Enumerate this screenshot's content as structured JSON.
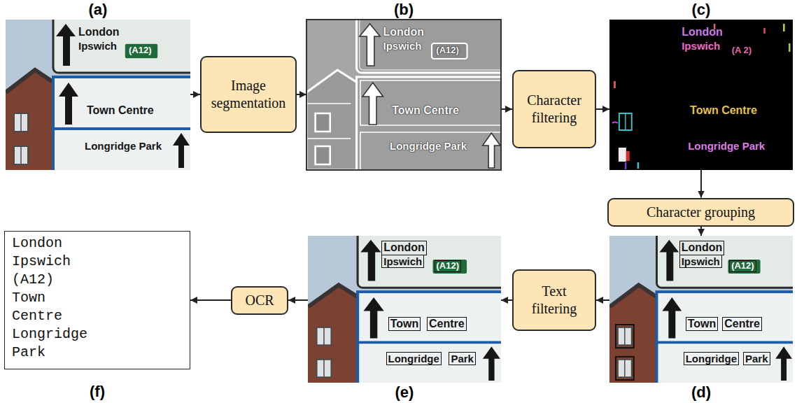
{
  "diagram": {
    "nodes": [
      {
        "text": [
          "(a)"
        ]
      },
      {
        "text": [
          "Image segmentation"
        ]
      },
      {
        "text": [
          "(b)"
        ]
      },
      {
        "text": [
          "Character filtering"
        ]
      },
      {
        "text": [
          "(c)"
        ]
      },
      {
        "text": [
          "Character grouping"
        ]
      },
      {
        "text": [
          "(d)"
        ]
      },
      {
        "text": [
          "Text filtering"
        ]
      },
      {
        "text": [
          "(e)"
        ]
      },
      {
        "text": [
          "OCR"
        ]
      },
      {
        "text": [
          "London",
          "Ipswich",
          "(A12)",
          "Town",
          "Centre",
          "Longridge",
          "Park",
          "(f)"
        ]
      }
    ],
    "edges": [
      {
        "from": 0,
        "to": 1,
        "arrow": "to"
      },
      {
        "from": 1,
        "to": 2,
        "arrow": "to"
      },
      {
        "from": 2,
        "to": 3,
        "arrow": "to"
      },
      {
        "from": 3,
        "to": 4,
        "arrow": "to"
      },
      {
        "from": 4,
        "to": 5,
        "arrow": "to"
      },
      {
        "from": 5,
        "to": 6,
        "arrow": "to"
      },
      {
        "from": 6,
        "to": 7,
        "arrow": "to"
      },
      {
        "from": 7,
        "to": 8,
        "arrow": "to"
      },
      {
        "from": 8,
        "to": 9,
        "arrow": "to"
      },
      {
        "from": 9,
        "to": 10,
        "arrow": "to"
      }
    ],
    "labels": [
      "London",
      "Ipswich",
      "(A12)",
      "Town Centre",
      "Longridge Park",
      "London",
      "Ipswich",
      "(A12)",
      "Town Centre",
      "Longridge Park",
      "London",
      "Ipswich",
      "(A 2)",
      "Town Centre",
      "Longridge Park",
      "London",
      "Ipswich",
      "(A12)",
      "Town",
      "Centre",
      "Longridge",
      "Park",
      "London",
      "Ipswich",
      "(A12)",
      "Town",
      "Centre",
      "Longridge",
      "Park"
    ]
  }
}
